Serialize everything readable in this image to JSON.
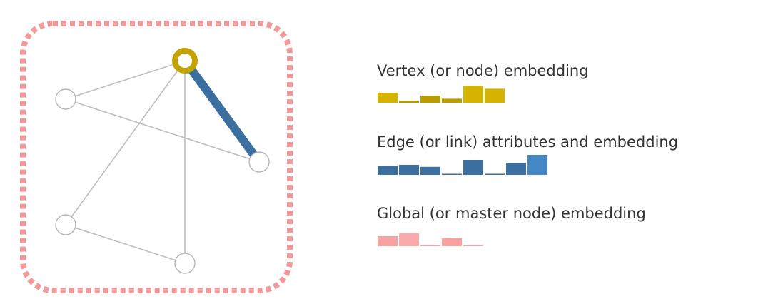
{
  "colors": {
    "global_frame": "#f29a9a",
    "edge_default": "#bdbdbd",
    "edge_highlight": "#3a6fa0",
    "node_stroke": "#b5b5b5",
    "node_highlight": "#c4a300",
    "vertex_bar": "#d4b400",
    "vertex_bar_dark": "#b89c00",
    "edge_bar": "#3a6fa0",
    "edge_bar_light": "#4588c5",
    "global_bar": "#f7a1a1"
  },
  "graph": {
    "nodes": [
      {
        "id": "n-top",
        "highlighted": true
      },
      {
        "id": "n-upper-left",
        "highlighted": false
      },
      {
        "id": "n-right",
        "highlighted": false
      },
      {
        "id": "n-lower-left",
        "highlighted": false
      },
      {
        "id": "n-bottom",
        "highlighted": false
      }
    ],
    "edges": [
      {
        "from": "n-top",
        "to": "n-upper-left",
        "highlighted": false
      },
      {
        "from": "n-top",
        "to": "n-lower-left",
        "highlighted": false
      },
      {
        "from": "n-top",
        "to": "n-bottom",
        "highlighted": false
      },
      {
        "from": "n-top",
        "to": "n-right",
        "highlighted": true
      },
      {
        "from": "n-upper-left",
        "to": "n-right",
        "highlighted": false
      },
      {
        "from": "n-lower-left",
        "to": "n-bottom",
        "highlighted": false
      }
    ]
  },
  "legend": {
    "vertex": {
      "label": "Vertex (or node) embedding",
      "bars": [
        0.5,
        0.1,
        0.35,
        0.2,
        0.85,
        0.7
      ],
      "shades": [
        "normal",
        "dark",
        "dark",
        "dark",
        "normal",
        "normal"
      ]
    },
    "edge": {
      "label": "Edge (or link) attributes and embedding",
      "bars": [
        0.45,
        0.5,
        0.4,
        0.05,
        0.75,
        0.05,
        0.6,
        1.0
      ],
      "shades": [
        "normal",
        "normal",
        "normal",
        "normal",
        "normal",
        "normal",
        "normal",
        "light"
      ]
    },
    "global": {
      "label": "Global (or master node) embedding",
      "bars": [
        0.5,
        0.65,
        0.05,
        0.4,
        0.05
      ],
      "shades": [
        "normal",
        "light",
        "normal",
        "normal",
        "normal"
      ]
    }
  }
}
